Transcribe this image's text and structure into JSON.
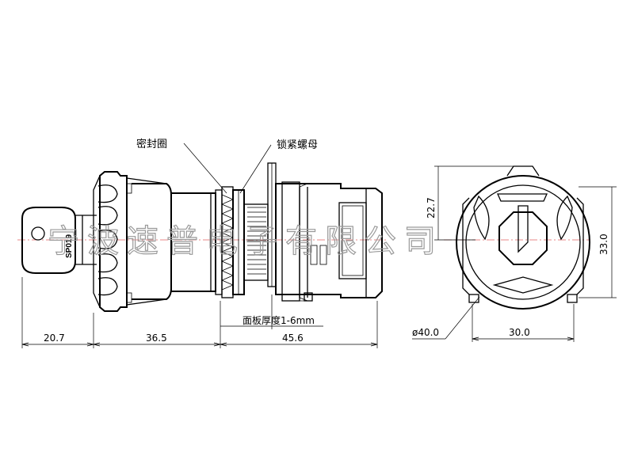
{
  "labels": {
    "seal_ring": "密封圈",
    "lock_nut": "锁紧螺母",
    "panel_thickness": "面板厚度1-6mm",
    "key_marking": "SP019"
  },
  "dimensions": {
    "key_length": "20.7",
    "head_length": "36.5",
    "body_length": "45.6",
    "height_upper": "22.7",
    "height_total": "33.0",
    "diameter": "ø40.0",
    "width": "30.0"
  },
  "watermark": "宁波速普电子有限公司",
  "colors": {
    "line": "#000000",
    "centerline": "#e06060",
    "watermark": "#9a9a9a"
  }
}
